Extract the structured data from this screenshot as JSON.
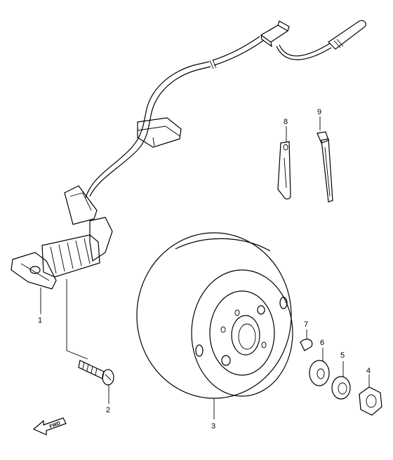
{
  "callouts": [
    {
      "id": "1",
      "text": "1"
    },
    {
      "id": "2",
      "text": "2"
    },
    {
      "id": "3",
      "text": "3"
    },
    {
      "id": "4",
      "text": "4"
    },
    {
      "id": "5",
      "text": "5"
    },
    {
      "id": "6",
      "text": "6"
    },
    {
      "id": "7",
      "text": "7"
    },
    {
      "id": "8",
      "text": "8"
    },
    {
      "id": "9",
      "text": "9"
    }
  ],
  "direction_marker": {
    "text": "FWD",
    "icon": "forward-arrow-icon"
  },
  "colors": {
    "ink": "#000000",
    "paper": "#ffffff"
  }
}
